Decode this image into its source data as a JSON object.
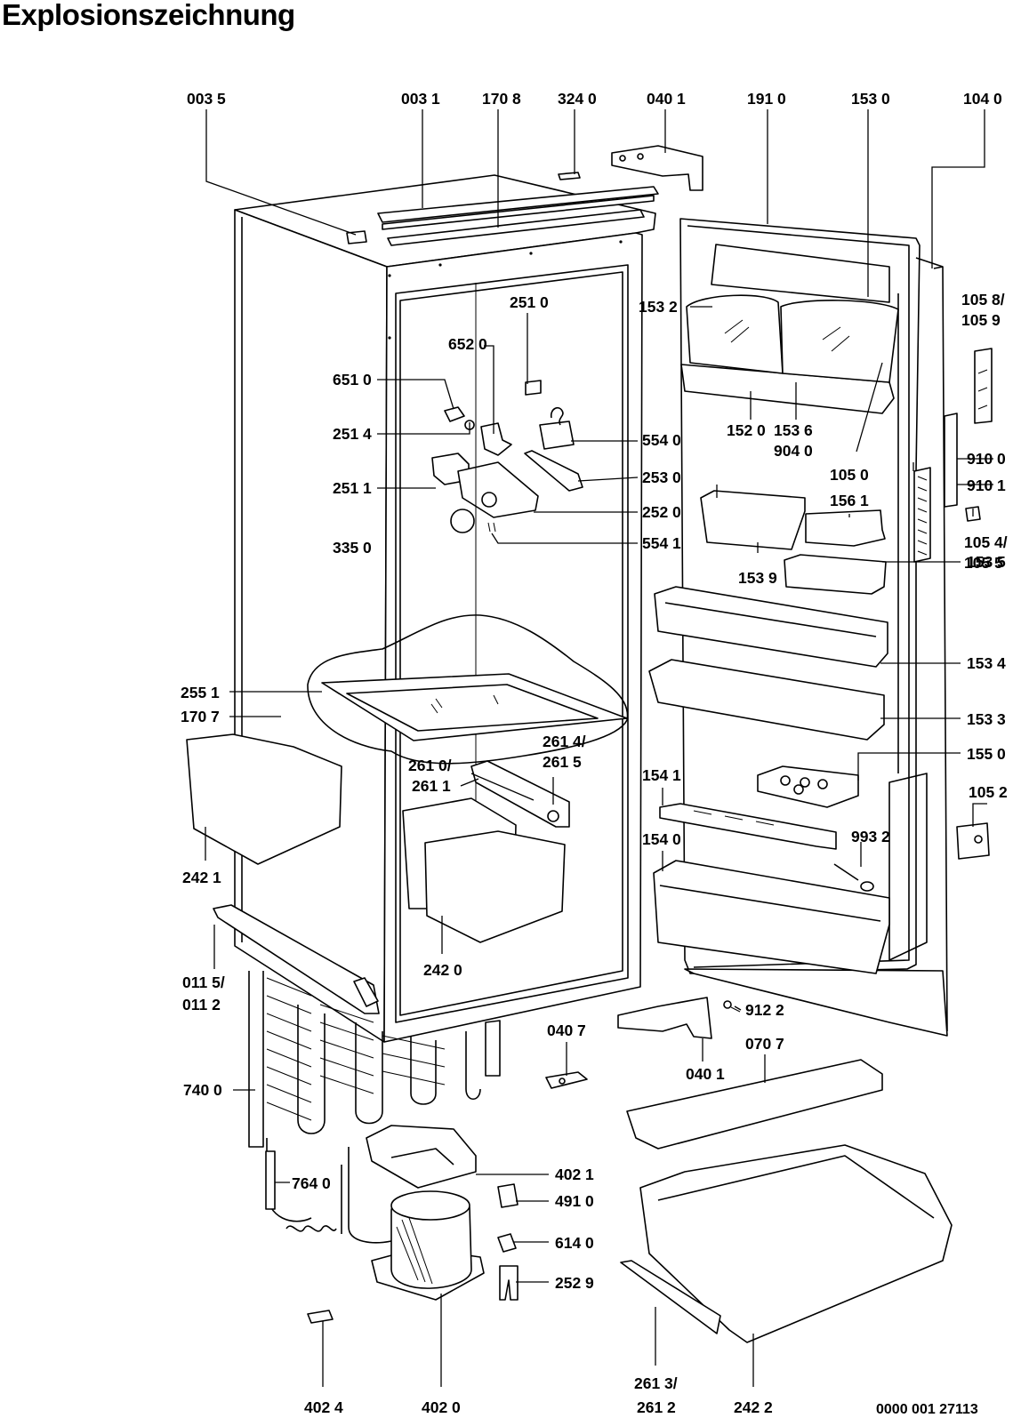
{
  "title": "Explosionszeichnung",
  "document_number": "0000 001 27113",
  "labels": {
    "l_0035": "003 5",
    "l_0031": "003 1",
    "l_1708": "170 8",
    "l_3240": "324 0",
    "l_0401_top": "040 1",
    "l_1910": "191 0",
    "l_1530": "153 0",
    "l_1040": "104 0",
    "l_2510": "251 0",
    "l_6520": "652 0",
    "l_6510": "651 0",
    "l_2514": "251 4",
    "l_2511": "251 1",
    "l_3350": "335 0",
    "l_5540": "554 0",
    "l_2530": "253 0",
    "l_2520": "252 0",
    "l_5541": "554 1",
    "l_1532": "153 2",
    "l_1520": "152 0",
    "l_1536": "153 6",
    "l_9040": "904 0",
    "l_1050": "105 0",
    "l_1561": "156 1",
    "l_1539": "153 9",
    "l_1535": "153 5",
    "l_1534": "153 4",
    "l_1533": "153 3",
    "l_1550": "155 0",
    "l_1541": "154 1",
    "l_1540": "154 0",
    "l_9932": "993 2",
    "l_1058": "105 8/",
    "l_1059": "105 9",
    "l_9100": "910 0",
    "l_9101": "910 1",
    "l_1054": "105 4/",
    "l_1055": "105 5",
    "l_1052": "105 2",
    "l_2551": "255 1",
    "l_1707": "170 7",
    "l_2614": "261 4/",
    "l_2615": "261 5",
    "l_2610": "261 0/",
    "l_2611": "261 1",
    "l_2421": "242 1",
    "l_2420": "242 0",
    "l_0115": "011 5/",
    "l_0112": "011 2",
    "l_0407": "040 7",
    "l_0401_bot": "040 1",
    "l_9122": "912 2",
    "l_0707": "070 7",
    "l_7400": "740 0",
    "l_7640": "764 0",
    "l_4021": "402 1",
    "l_4910": "491 0",
    "l_6140": "614 0",
    "l_2529": "252 9",
    "l_4024": "402 4",
    "l_4020": "402 0",
    "l_2613": "261 3/",
    "l_2612": "261 2",
    "l_2422": "242 2"
  }
}
